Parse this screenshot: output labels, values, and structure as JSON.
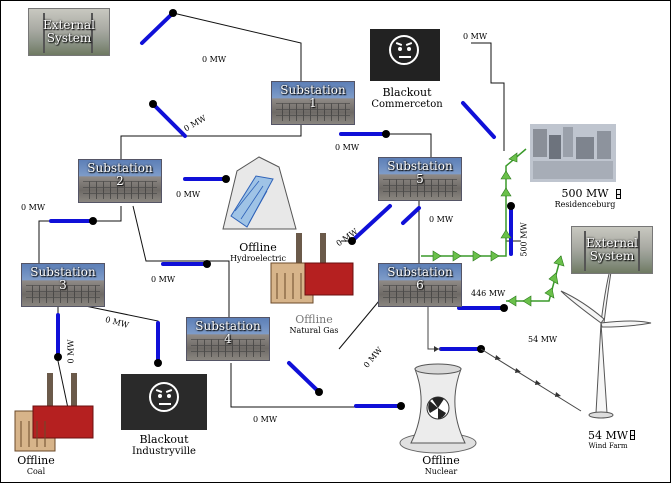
{
  "external_west": {
    "line1": "External",
    "line2": "System"
  },
  "external_east": {
    "line1": "External",
    "line2": "System"
  },
  "substations": [
    {
      "id": "1",
      "name": "Substation",
      "num": "1"
    },
    {
      "id": "2",
      "name": "Substation",
      "num": "2"
    },
    {
      "id": "3",
      "name": "Substation",
      "num": "3"
    },
    {
      "id": "4",
      "name": "Substation",
      "num": "4"
    },
    {
      "id": "5",
      "name": "Substation",
      "num": "5"
    },
    {
      "id": "6",
      "name": "Substation",
      "num": "6"
    }
  ],
  "flows": {
    "ext_to_s1": "0 MW",
    "s1_to_commerceton": "0 MW",
    "s1_to_s2_switch": "0 MW",
    "s1_to_s5": "0 MW",
    "s2_to_hydro": "0 MW",
    "s2_to_s3": "0 MW",
    "s2_to_s4": "0 MW",
    "s5_to_gas": "0 MW",
    "s5_to_s6": "0 MW",
    "s3_to_s4": "0 MW",
    "s3_to_coal": "0 MW",
    "s4_to_s6": "0 MW",
    "s4_to_nuclear": "0 MW",
    "s6_to_residenceburg": "500 MW",
    "ext_to_s6": "446 MW",
    "wind_to_s6": "54 MW"
  },
  "plants": {
    "hydro": {
      "status": "Offline",
      "name": "Hydroelectric"
    },
    "gas": {
      "status": "Offline",
      "name": "Natural Gas"
    },
    "coal": {
      "status": "Offline",
      "name": "Coal"
    },
    "nuclear": {
      "status": "Offline",
      "name": "Nuclear"
    },
    "wind": {
      "output": "54 MW",
      "name": "Wind Farm"
    }
  },
  "loads": {
    "commerceton": {
      "status": "Blackout",
      "name": "Commerceton"
    },
    "industryville": {
      "status": "Blackout",
      "name": "Industryville"
    },
    "residenceburg": {
      "demand": "500 MW",
      "name": "Residenceburg"
    }
  },
  "colors": {
    "switch": "#1010d8",
    "flow": "#3a9a2a",
    "wire": "#111111",
    "wind_flow": "#444444"
  }
}
